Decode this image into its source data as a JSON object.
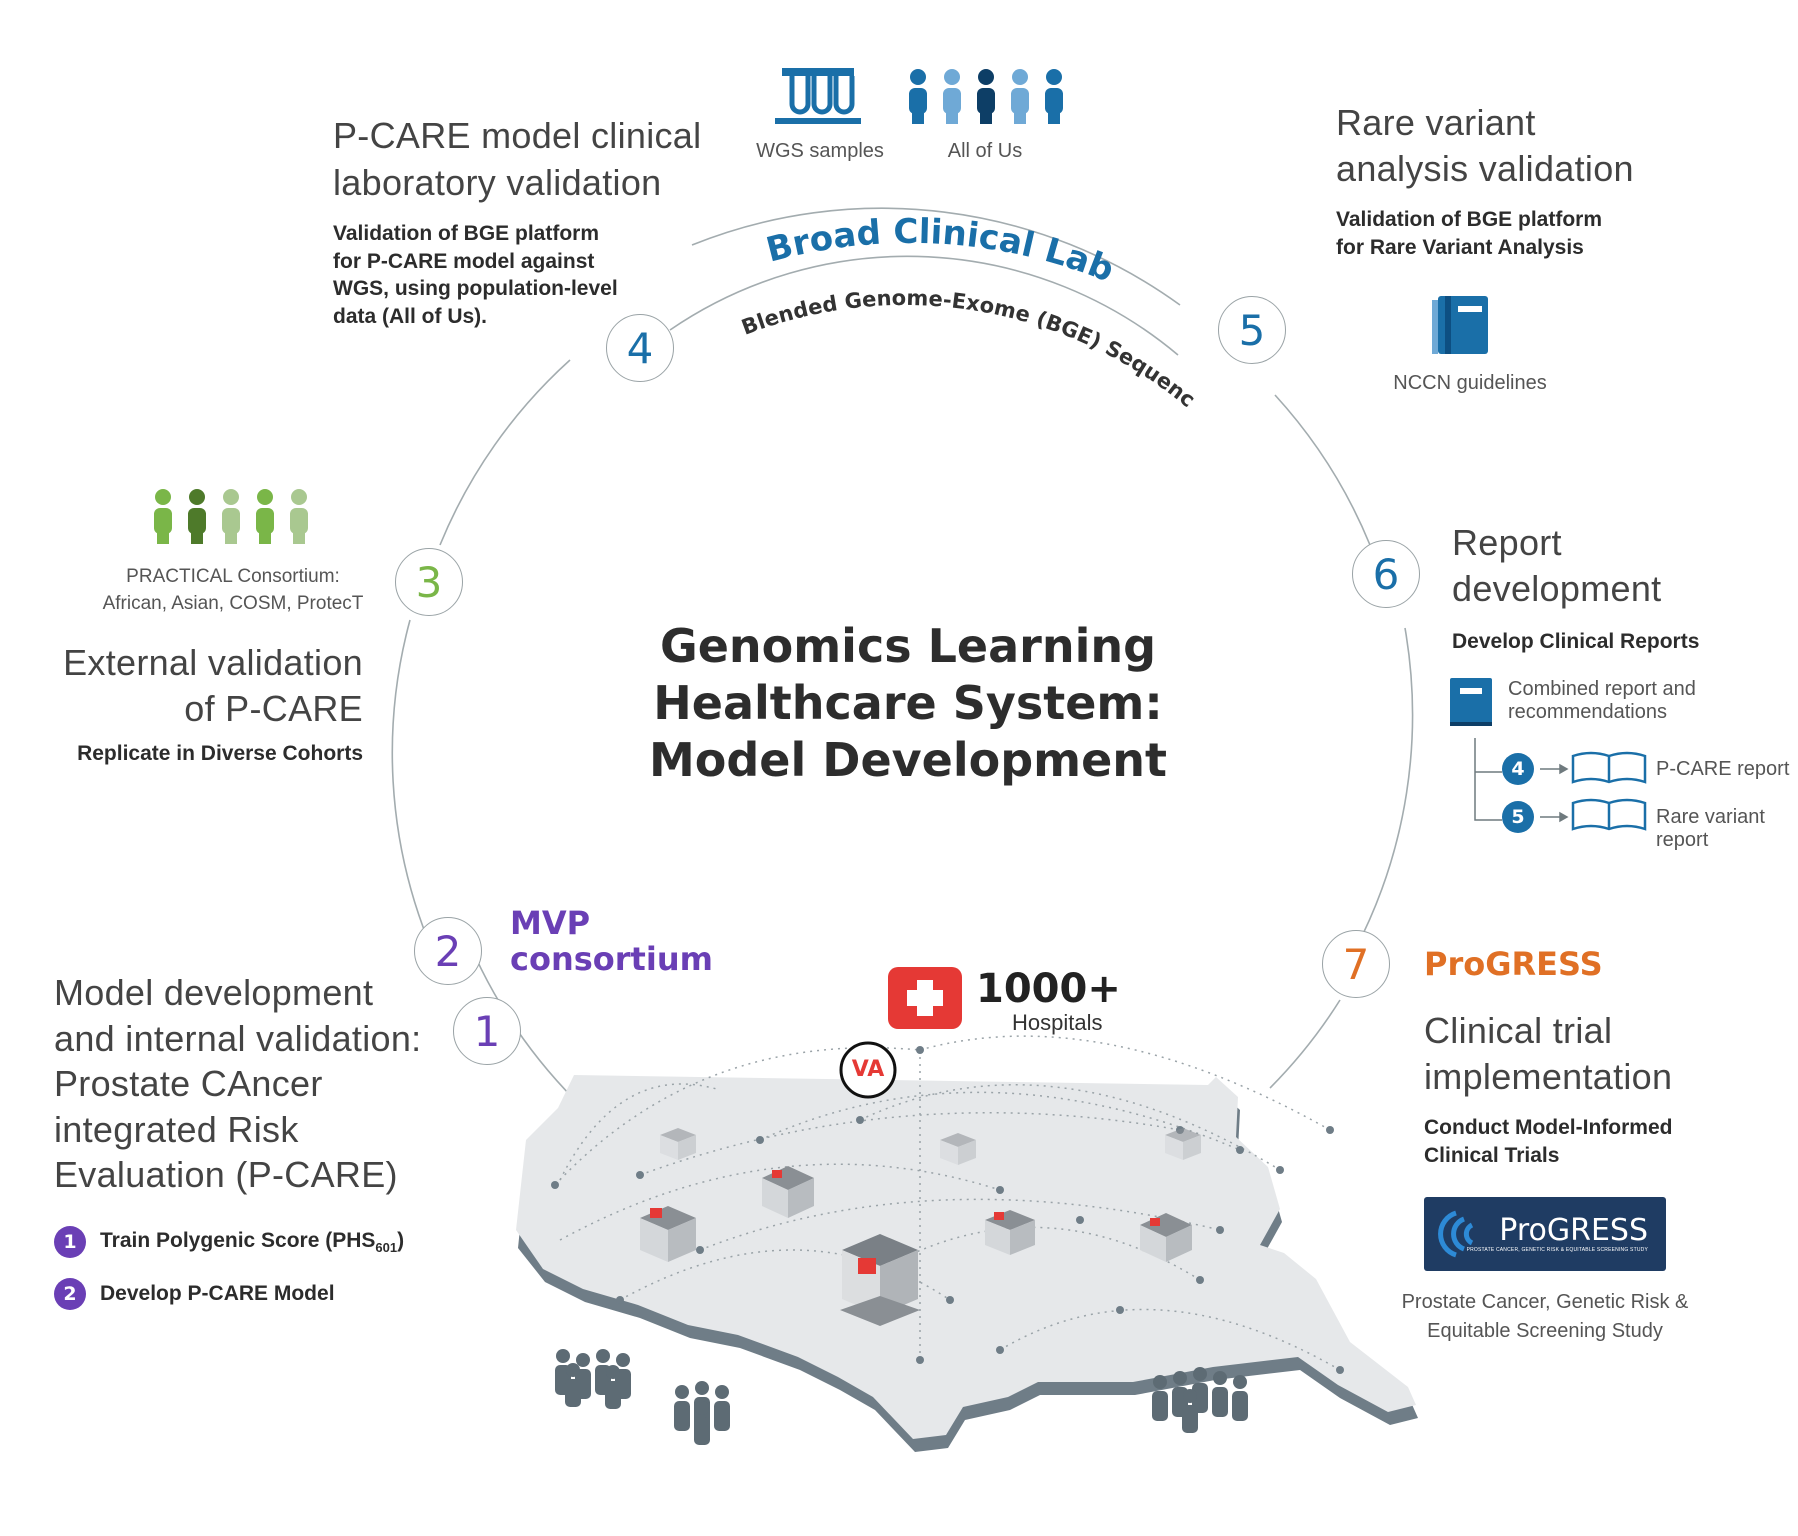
{
  "center": {
    "title_line1": "Genomics Learning",
    "title_line2": "Healthcare System:",
    "title_line3": "Model Development"
  },
  "arc_labels": {
    "broad": "Broad Clinical Labs:",
    "bge": "Blended Genome-Exome (BGE) Sequencing"
  },
  "top_icons": {
    "wgs": "WGS samples",
    "allofus": "All of Us"
  },
  "step4": {
    "num": "4",
    "title_line1": "P-CARE model clinical",
    "title_line2": "laboratory validation",
    "desc_line1": "Validation of BGE platform",
    "desc_line2": "for P-CARE model against",
    "desc_line3": "WGS, using population-level",
    "desc_line4": "data (All of Us)."
  },
  "step5": {
    "num": "5",
    "title_line1": "Rare variant",
    "title_line2": "analysis validation",
    "desc_line1": "Validation of BGE platform",
    "desc_line2": "for Rare Variant Analysis",
    "icon_label": "NCCN guidelines"
  },
  "step3": {
    "num": "3",
    "cohort_line1": "PRACTICAL Consortium:",
    "cohort_line2": "African, Asian, COSM, ProtecT",
    "title_line1": "External validation",
    "title_line2": "of P-CARE",
    "desc": "Replicate in Diverse Cohorts"
  },
  "step6": {
    "num": "6",
    "title_line1": "Report",
    "title_line2": "development",
    "desc": "Develop Clinical Reports",
    "combined_line1": "Combined report and",
    "combined_line2": "recommendations",
    "sub4_num": "4",
    "sub4_label": "P-CARE report",
    "sub5_num": "5",
    "sub5_label": "Rare variant report"
  },
  "step2": {
    "num": "2",
    "mvp_line1": "MVP",
    "mvp_line2": "consortium"
  },
  "step1": {
    "num": "1",
    "title_line1": "Model development",
    "title_line2": "and internal validation:",
    "title_line3": "Prostate CAncer",
    "title_line4": "integrated Risk",
    "title_line5": "Evaluation (P-CARE)",
    "item1_num": "1",
    "item1_text": "Train Polygenic Score (PHS",
    "item1_sub": "601",
    "item1_close": ")",
    "item2_num": "2",
    "item2_text": "Develop P-CARE Model"
  },
  "step7": {
    "num": "7",
    "brand": "ProGRESS",
    "title_line1": "Clinical trial",
    "title_line2": "implementation",
    "desc_line1": "Conduct Model-Informed",
    "desc_line2": "Clinical Trials",
    "logo_text": "ProGRESS",
    "logo_tagline": "PROSTATE CANCER, GENETIC RISK & EQUITABLE SCREENING STUDY",
    "study_line1": "Prostate Cancer, Genetic Risk &",
    "study_line2": "Equitable Screening Study"
  },
  "map": {
    "hospitals_count": "1000+",
    "hospitals_label": "Hospitals",
    "va_badge": "VA"
  },
  "colors": {
    "blue": "#1a6fa8",
    "green": "#7ab648",
    "purple": "#6a3fb5",
    "orange": "#e07025",
    "red": "#e53935",
    "navy": "#1f3c63"
  }
}
